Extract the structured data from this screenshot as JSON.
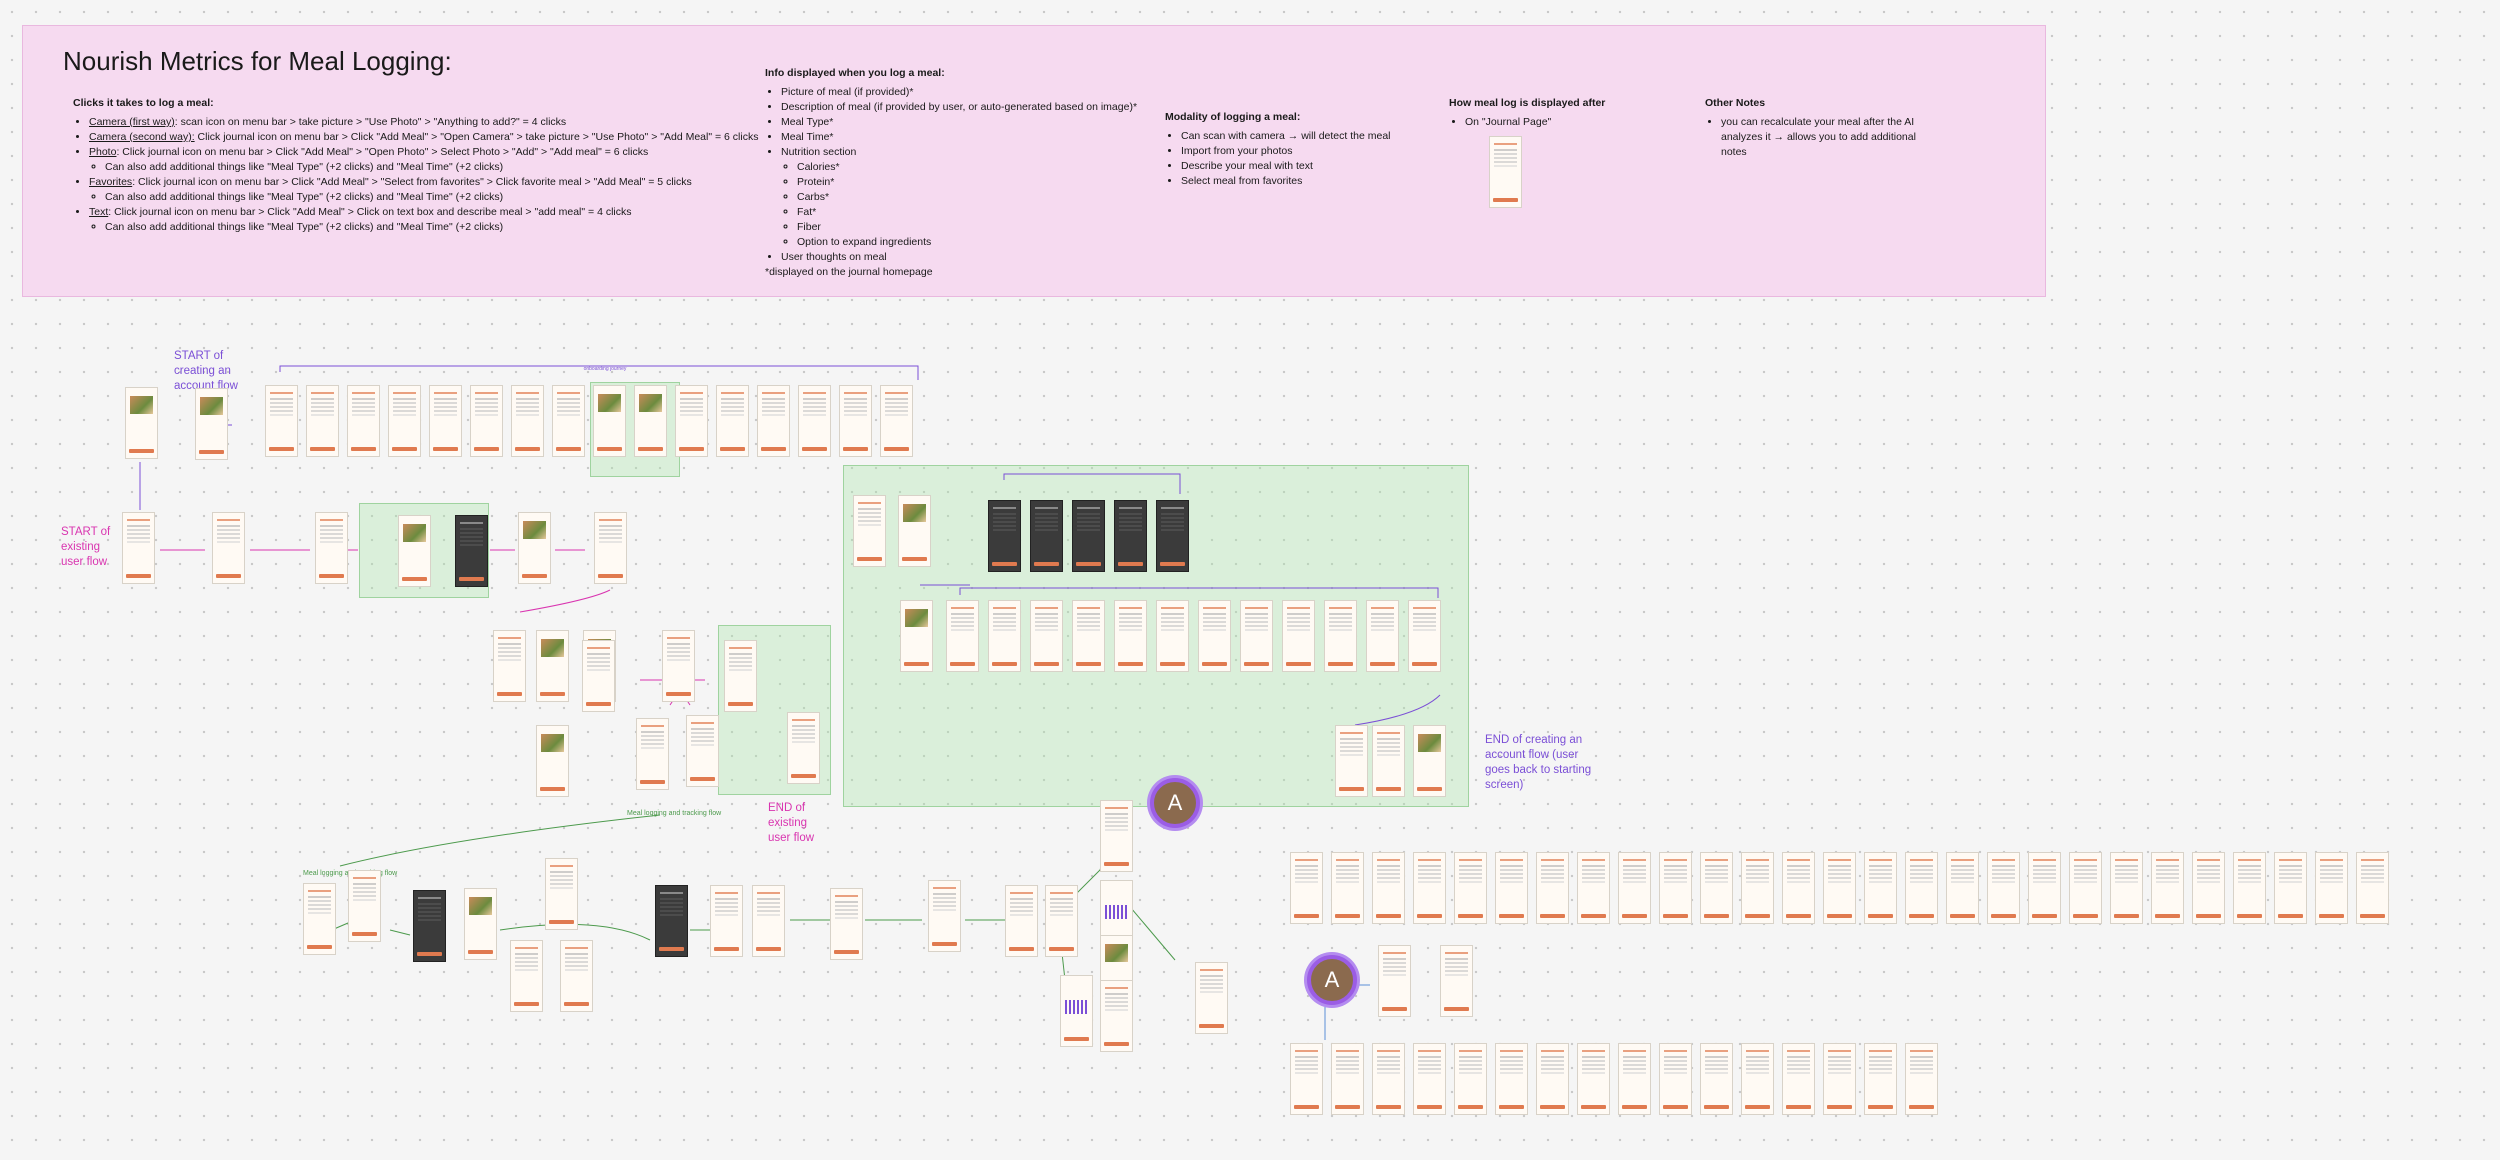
{
  "notes": {
    "title": "Nourish Metrics for Meal Logging:",
    "clicks": {
      "heading": "Clicks it takes to log a meal:",
      "items": [
        {
          "method": "Camera (first way)",
          "text": ": scan icon on menu bar > take picture > \"Use Photo\" > \"Anything to add?\" = 4 clicks"
        },
        {
          "method": "Camera (second way):",
          "text": " Click journal icon on menu bar > Click \"Add Meal\" > \"Open Camera\" > take picture > \"Use Photo\" > \"Add Meal\" = 6 clicks"
        },
        {
          "method": "Photo",
          "text": ": Click journal icon on menu bar > Click \"Add Meal\" > \"Open Photo\" > Select Photo > \"Add\" > \"Add meal\" = 6 clicks",
          "sub": "Can also add additional things like \"Meal Type\" (+2 clicks) and \"Meal Time\" (+2 clicks)"
        },
        {
          "method": "Favorites",
          "text": ": Click journal icon on menu bar > Click \"Add Meal\" > \"Select from favorites\" > Click favorite meal > \"Add Meal\" = 5 clicks",
          "sub": "Can also add additional things like \"Meal Type\" (+2 clicks) and \"Meal Time\" (+2 clicks)"
        },
        {
          "method": "Text",
          "text": ": Click journal icon on menu bar > Click \"Add Meal\" > Click on text box and describe meal > \"add meal\" = 4 clicks",
          "sub": "Can also add additional things like \"Meal Type\" (+2 clicks) and \"Meal Time\" (+2 clicks)"
        }
      ]
    },
    "info": {
      "heading": "Info displayed when you log a meal:",
      "items": [
        "Picture of meal (if provided)*",
        "Description of meal (if provided by user, or auto-generated based on image)*",
        "Meal Type*",
        "Meal Time*",
        "Nutrition section"
      ],
      "nutrition": [
        "Calories*",
        "Protein*",
        "Carbs*",
        "Fat*",
        "Fiber",
        "Option to expand ingredients"
      ],
      "last_item": "User thoughts on meal",
      "footnote": "*displayed on the journal homepage"
    },
    "modality": {
      "heading": "Modality of logging a meal:",
      "items": [
        "Can scan with camera → will detect the meal",
        "Import from your photos",
        "Describe your meal with text",
        "Select meal from favorites"
      ]
    },
    "display": {
      "heading": "How meal log is displayed after",
      "items": [
        "On \"Journal Page\""
      ]
    },
    "other": {
      "heading": "Other Notes",
      "items": [
        "you can recalculate your meal  after the AI analyzes it → allows you to add additional notes"
      ]
    }
  },
  "flows": {
    "start_create": "START of creating an account flow",
    "start_existing": "START of existing user flow",
    "end_existing": "END of existing user flow",
    "end_create": "END of creating an account flow (user goes back to starting screen)",
    "onboarding": "onboarding journey",
    "meal_logging_1": "Meal logging and tracking flow",
    "meal_logging_2": "Meal logging and tracking flow"
  },
  "avatars": [
    "A",
    "A"
  ],
  "colors": {
    "panel": "#f6daf0",
    "region": "#d7f0d3",
    "accent": "#e07a4f",
    "purple": "#7b4fd6",
    "magenta": "#d935b0"
  }
}
